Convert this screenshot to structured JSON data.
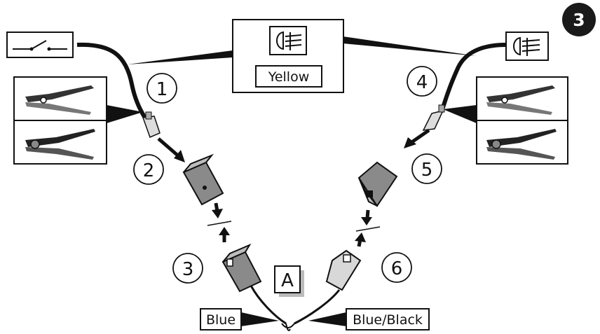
{
  "step_number": "3",
  "color_label": "Yellow",
  "wire_labels": {
    "left": "Blue",
    "right": "Blue/Black"
  },
  "callouts": [
    "1",
    "2",
    "3",
    "4",
    "5",
    "6"
  ],
  "marker_label": "A",
  "icons": {
    "switch": "switch-symbol-icon",
    "fog_lamp": "fog-lamp-icon",
    "stripper": "wire-stripper-icon",
    "crimper": "crimping-tool-icon",
    "connector": "connector-housing-icon",
    "terminal": "crimp-terminal-icon"
  }
}
